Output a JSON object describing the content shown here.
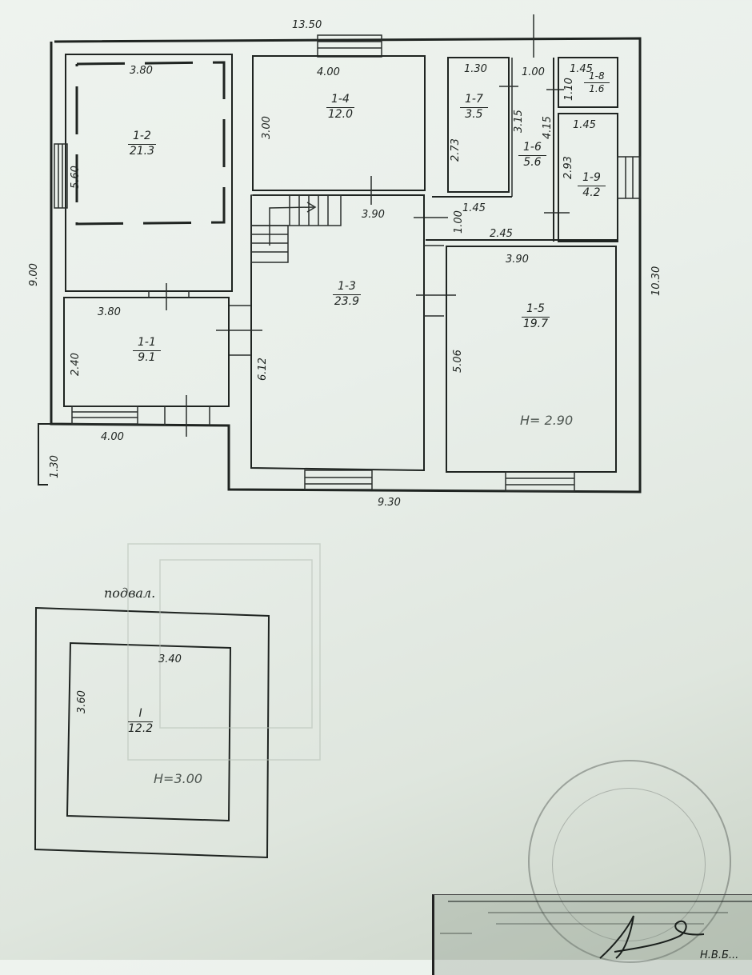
{
  "document": {
    "type": "floor plan (technical passport)",
    "ceiling_height_main": "H= 2.90",
    "ceiling_height_basement": "H=3.00"
  },
  "outer_dimensions": {
    "top_width": "13.50",
    "bottom_width": "9.30",
    "left_height": "9.00",
    "right_height": "10.30",
    "porch_width": "4.00",
    "porch_depth": "1.30"
  },
  "rooms": [
    {
      "id": "1-1",
      "area": "9.1",
      "dims": {
        "width": "3.80",
        "height": "2.40"
      }
    },
    {
      "id": "1-2",
      "area": "21.3",
      "dims": {
        "width": "3.80",
        "height": "5.60"
      }
    },
    {
      "id": "1-3",
      "area": "23.9",
      "dims": {
        "width": "3.90",
        "height": "6.12"
      }
    },
    {
      "id": "1-4",
      "area": "12.0",
      "dims": {
        "width": "4.00",
        "height": "3.00"
      }
    },
    {
      "id": "1-5",
      "area": "19.7",
      "dims": {
        "width": "3.90",
        "height": "5.06"
      }
    },
    {
      "id": "1-6",
      "area": "5.6",
      "dims": {
        "width": "1.00",
        "height_a": "3.15",
        "height_b": "4.15",
        "lower_width_a": "1.45",
        "lower_width_b": "2.45",
        "lower_height": "1.00"
      }
    },
    {
      "id": "1-7",
      "area": "3.5",
      "dims": {
        "width": "1.30",
        "height": "2.73"
      }
    },
    {
      "id": "1-8",
      "area": "1.6",
      "dims": {
        "width": "1.45",
        "height": "1.10"
      }
    },
    {
      "id": "1-9",
      "area": "4.2",
      "dims": {
        "width": "1.45",
        "height": "2.93"
      }
    }
  ],
  "basement": {
    "caption": "подвал.",
    "room": {
      "id": "I",
      "area": "12.2",
      "dims": {
        "width": "3.40",
        "height": "3.60"
      }
    }
  },
  "stamp": {
    "signature_initials": "Н.В.Б..."
  }
}
